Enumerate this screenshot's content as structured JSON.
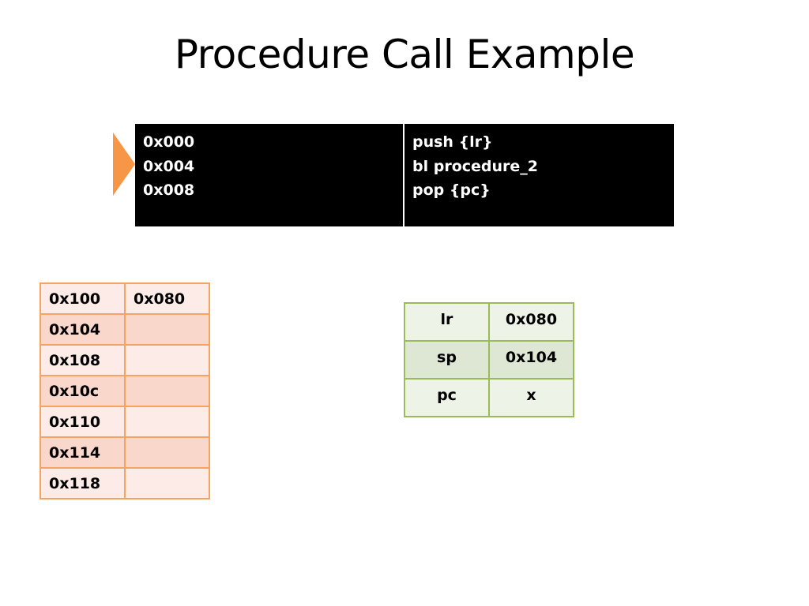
{
  "title": "Procedure Call Example",
  "colors": {
    "arrow": "#f79646",
    "code_bg": "#000000",
    "mem_border": "#f4a460",
    "reg_border": "#9bbb59"
  },
  "code": {
    "addresses": [
      "0x000",
      "0x004",
      "0x008"
    ],
    "instructions": [
      "push {lr}",
      "bl procedure_2",
      "pop {pc}"
    ]
  },
  "memory": [
    {
      "addr": "0x100",
      "value": "0x080"
    },
    {
      "addr": "0x104",
      "value": ""
    },
    {
      "addr": "0x108",
      "value": ""
    },
    {
      "addr": "0x10c",
      "value": ""
    },
    {
      "addr": "0x110",
      "value": ""
    },
    {
      "addr": "0x114",
      "value": ""
    },
    {
      "addr": "0x118",
      "value": ""
    }
  ],
  "registers": [
    {
      "name": "lr",
      "value": "0x080"
    },
    {
      "name": "sp",
      "value": "0x104"
    },
    {
      "name": "pc",
      "value": "x"
    }
  ],
  "arrow_icon": "orange-chevron-pointer-icon"
}
